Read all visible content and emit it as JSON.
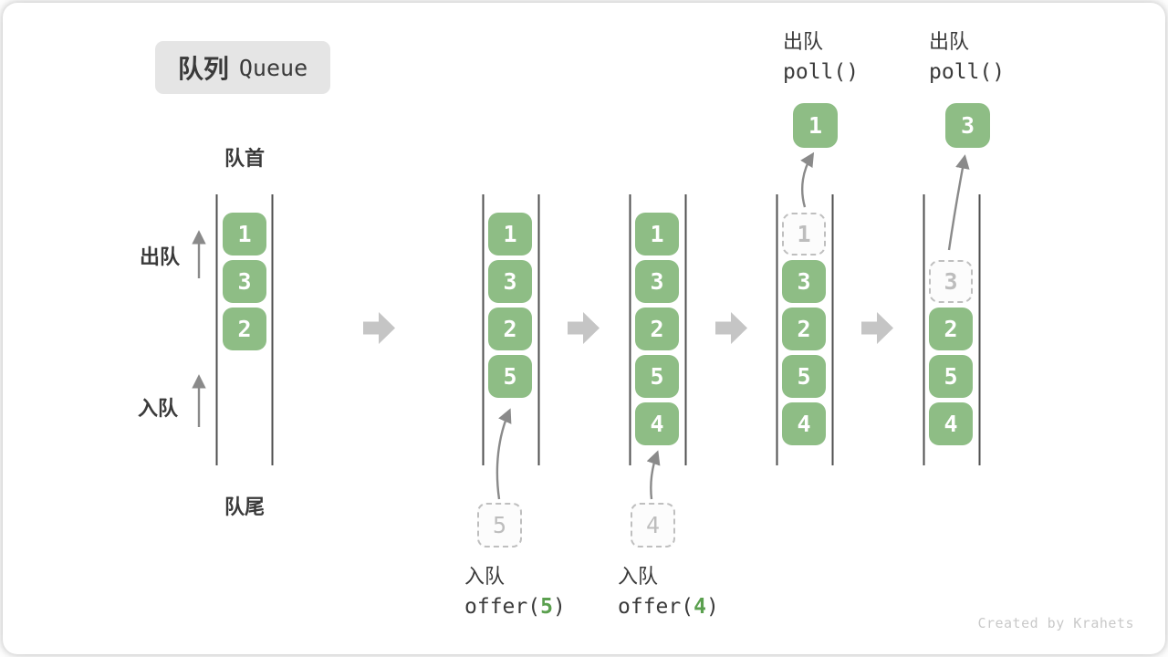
{
  "title": {
    "zh": "队列",
    "en": "Queue"
  },
  "labels": {
    "front": "队首",
    "rear": "队尾",
    "dequeue_side": "出队",
    "enqueue_side": "入队"
  },
  "queues": [
    {
      "name": "state-initial",
      "slots": [
        {
          "value": "1",
          "style": "filled"
        },
        {
          "value": "3",
          "style": "filled"
        },
        {
          "value": "2",
          "style": "filled"
        }
      ]
    },
    {
      "name": "state-after-offer-5",
      "slots": [
        {
          "value": "1",
          "style": "filled"
        },
        {
          "value": "3",
          "style": "filled"
        },
        {
          "value": "2",
          "style": "filled"
        },
        {
          "value": "5",
          "style": "filled"
        }
      ]
    },
    {
      "name": "state-after-offer-4",
      "slots": [
        {
          "value": "1",
          "style": "filled"
        },
        {
          "value": "3",
          "style": "filled"
        },
        {
          "value": "2",
          "style": "filled"
        },
        {
          "value": "5",
          "style": "filled"
        },
        {
          "value": "4",
          "style": "filled"
        }
      ]
    },
    {
      "name": "state-after-poll-1",
      "slots": [
        {
          "value": "1",
          "style": "ghost"
        },
        {
          "value": "3",
          "style": "filled"
        },
        {
          "value": "2",
          "style": "filled"
        },
        {
          "value": "5",
          "style": "filled"
        },
        {
          "value": "4",
          "style": "filled"
        }
      ]
    },
    {
      "name": "state-after-poll-3",
      "slots": [
        {
          "value": "",
          "style": "empty"
        },
        {
          "value": "3",
          "style": "ghost"
        },
        {
          "value": "2",
          "style": "filled"
        },
        {
          "value": "5",
          "style": "filled"
        },
        {
          "value": "4",
          "style": "filled"
        }
      ]
    }
  ],
  "dequeue_ops": [
    {
      "label": "出队",
      "code": "poll()",
      "result": "1"
    },
    {
      "label": "出队",
      "code": "poll()",
      "result": "3"
    }
  ],
  "enqueue_ops": [
    {
      "label": "入队",
      "code_open": "offer(",
      "arg": "5",
      "code_close": ")",
      "pending": "5"
    },
    {
      "label": "入队",
      "code_open": "offer(",
      "arg": "4",
      "code_close": ")",
      "pending": "4"
    }
  ],
  "watermark": "Created by Krahets",
  "colors": {
    "box_green": "#8EBD85",
    "box_text": "#FFFFFF",
    "code_arg_green": "#5BA04F",
    "text_dark": "#3A3A3A",
    "rail": "#4F4F4F",
    "flow_arrow": "#C5C5C5",
    "pointer_arrow": "#8A8A8A",
    "ghost_border": "#BFBFBF",
    "ghost_text": "#BDBDBD",
    "badge_bg": "#E5E5E5",
    "watermark_gray": "#C9C9C9"
  }
}
